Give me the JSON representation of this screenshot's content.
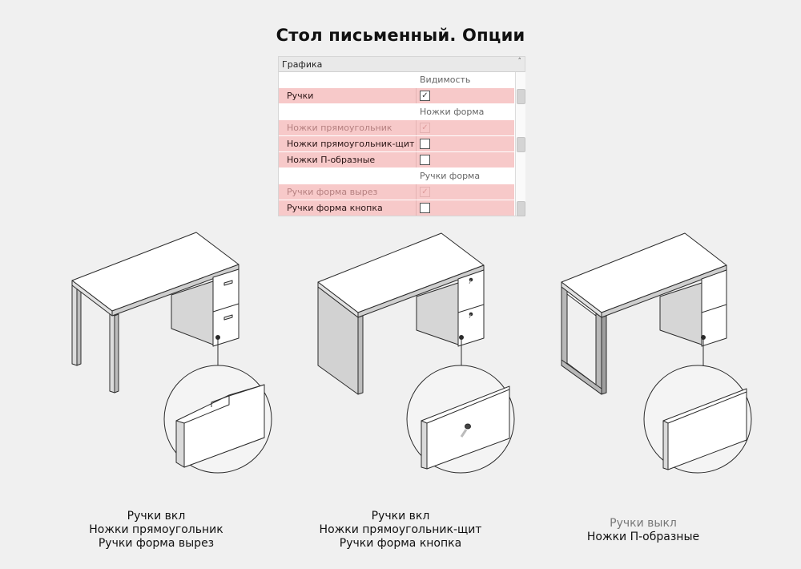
{
  "title": "Стол письменный. Опции",
  "panel": {
    "header": "Графика",
    "collapse_icon": "double-chevron-up",
    "rows": [
      {
        "kind": "group",
        "label": "Видимость"
      },
      {
        "kind": "param",
        "label": "Ручки",
        "checked": true,
        "enabled": true
      },
      {
        "kind": "group",
        "label": "Ножки форма"
      },
      {
        "kind": "param",
        "label": "Ножки прямоугольник",
        "checked": true,
        "enabled": false
      },
      {
        "kind": "param",
        "label": "Ножки прямоугольник-щит",
        "checked": false,
        "enabled": true
      },
      {
        "kind": "param",
        "label": "Ножки П-образные",
        "checked": false,
        "enabled": true
      },
      {
        "kind": "group",
        "label": "Ручки форма"
      },
      {
        "kind": "param",
        "label": "Ручки форма вырез",
        "checked": true,
        "enabled": false
      },
      {
        "kind": "param",
        "label": "Ручки форма кнопка",
        "checked": false,
        "enabled": true
      }
    ]
  },
  "captions": [
    {
      "line1": "Ручки вкл",
      "line2": "Ножки прямоугольник",
      "line3": "Ручки форма вырез"
    },
    {
      "line1": "Ручки вкл",
      "line2": "Ножки прямоугольник-щит",
      "line3": "Ручки форма кнопка"
    },
    {
      "line1": "Ручки выкл",
      "line2": "Ножки П-образные"
    }
  ],
  "colors": {
    "row_highlight": "#f7c9c9",
    "background": "#f0f0f0",
    "desk_top": "#ffffff",
    "desk_side": "#d8d8d8",
    "outline": "#2b2b2b"
  }
}
